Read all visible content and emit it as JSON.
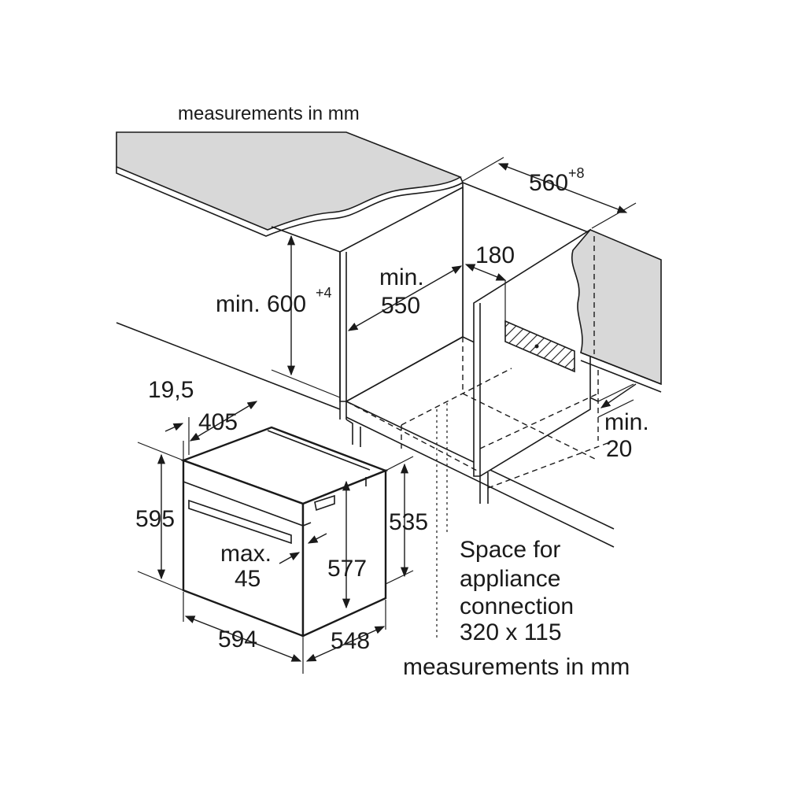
{
  "diagram": {
    "top_note": "measurements in mm",
    "bottom_note": "measurements in mm",
    "cabinet": {
      "height_label": "min. 600",
      "height_tolerance": "+4",
      "depth_label_line1": "min.",
      "depth_label_line2": "550",
      "width_label": "560",
      "width_tolerance": "+8",
      "vent_label": "180",
      "gap_label_line1": "min.",
      "gap_label_line2": "20"
    },
    "appliance_space": {
      "line1": "Space for",
      "line2": "appliance",
      "line3": "connection",
      "line4": "320 x 115"
    },
    "oven": {
      "front_offset": "19,5",
      "top_depth": "405",
      "height_total": "595",
      "handle_label_line1": "max.",
      "handle_label_line2": "45",
      "body_height": "577",
      "side_height": "535",
      "width": "594",
      "depth": "548"
    }
  }
}
